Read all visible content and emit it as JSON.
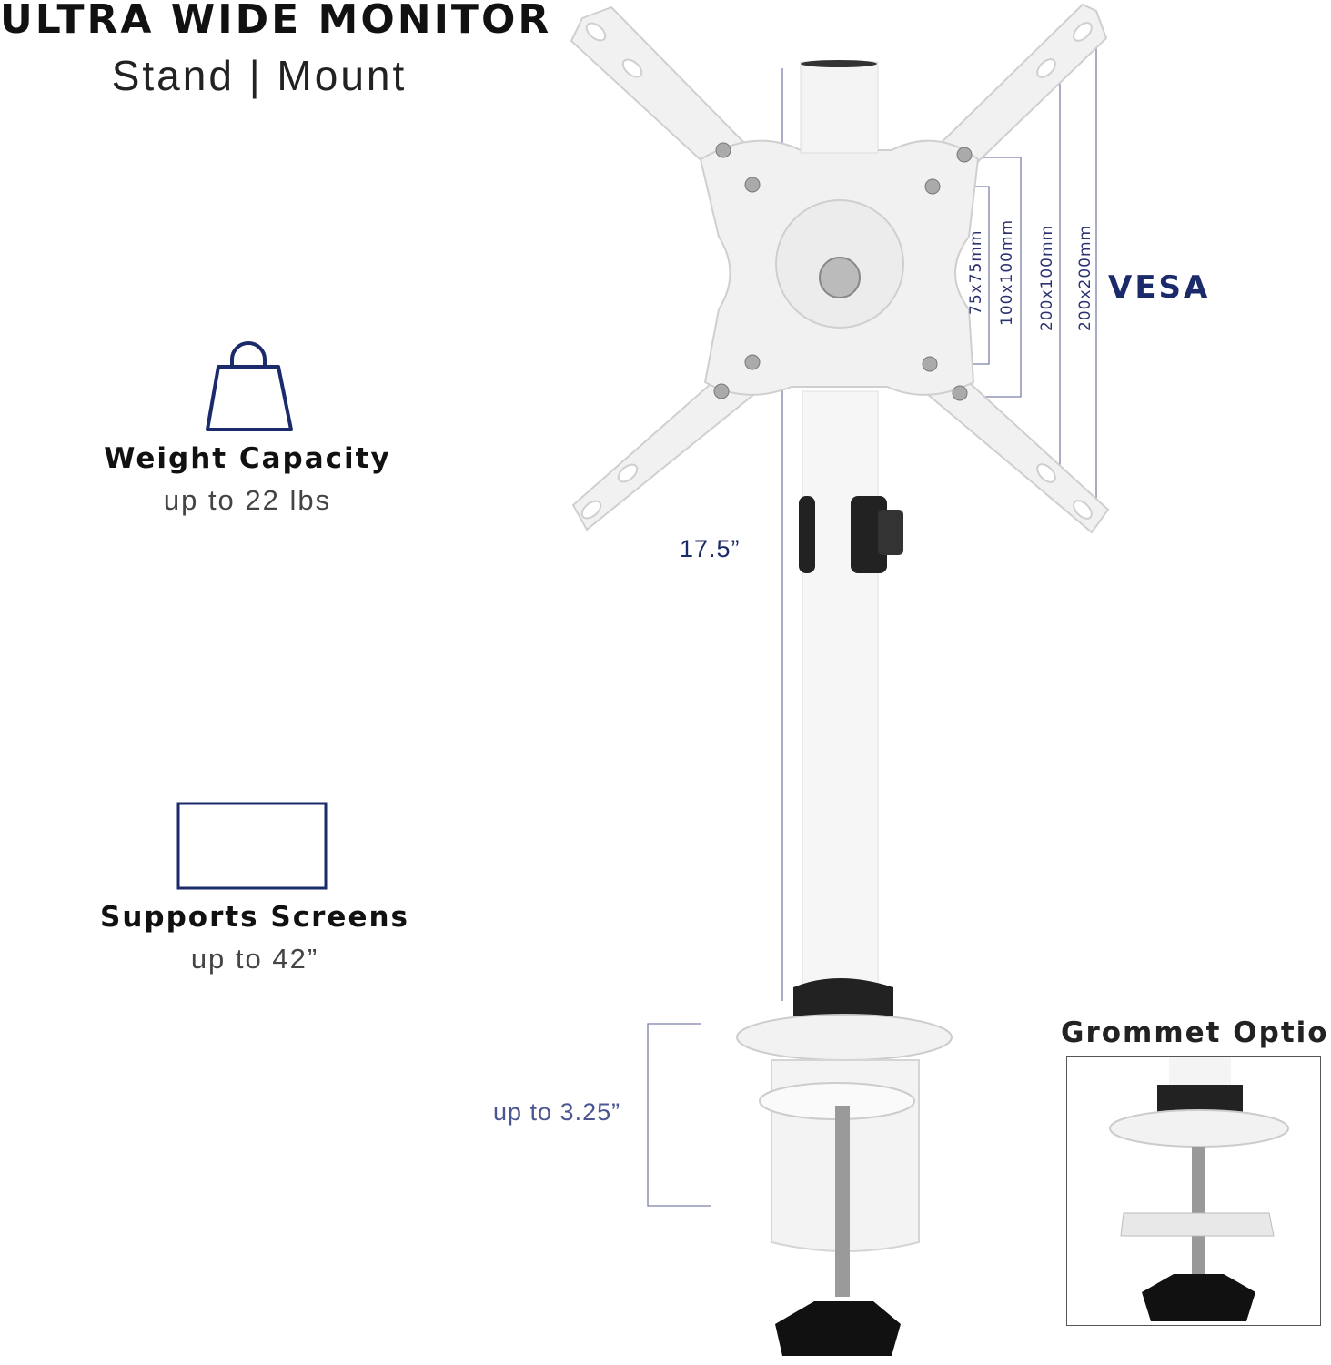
{
  "header": {
    "title": "ULTRA WIDE MONITOR",
    "subtitle": "Stand | Mount"
  },
  "features": [
    {
      "icon": "weight-icon",
      "title": "Weight Capacity",
      "value": "up to 22 lbs"
    },
    {
      "icon": "screen-icon",
      "title": "Supports Screens",
      "value": "up to 42”"
    }
  ],
  "vesa": {
    "label": "VESA",
    "sizes": [
      "75x75mm",
      "100x100mm",
      "200x100mm",
      "200x200mm"
    ]
  },
  "dimensions": {
    "pole_height": "17.5”",
    "clamp_range": "up to 3.25”"
  },
  "grommet": {
    "title": "Grommet Option"
  },
  "colors": {
    "accent": "#1b2a6b",
    "text": "#111111"
  }
}
